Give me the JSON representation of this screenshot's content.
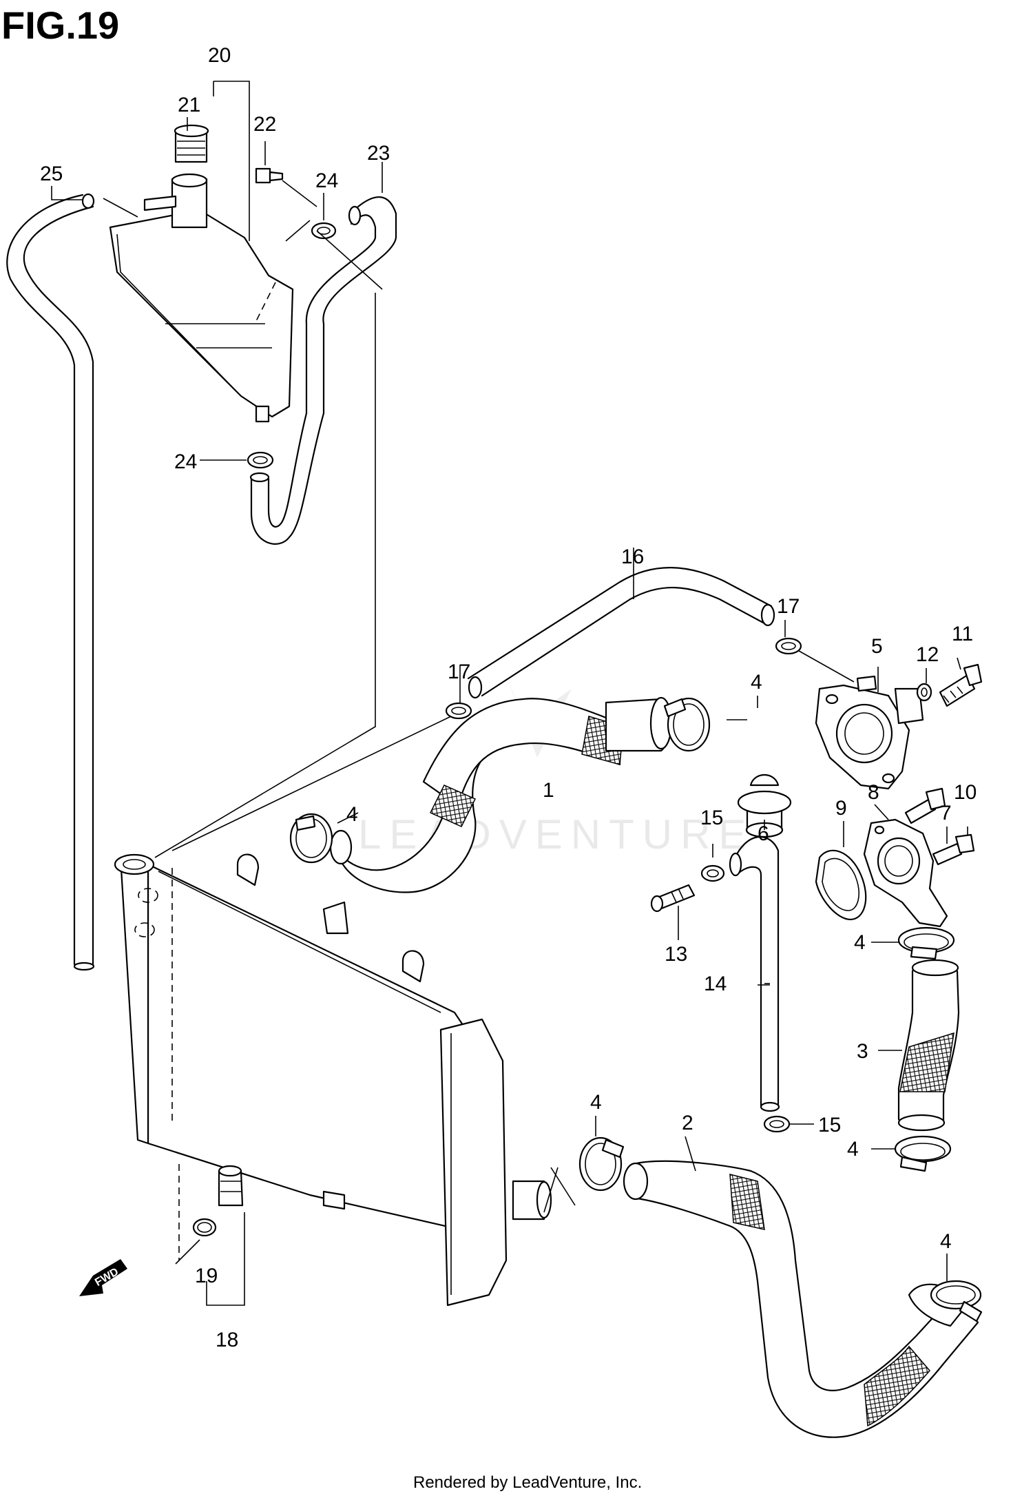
{
  "figure": {
    "title": "FIG.19",
    "footer": "Rendered by LeadVenture, Inc.",
    "watermark": "LEADVENTURE",
    "fwd_label": "FWD"
  },
  "callouts": {
    "c1": "1",
    "c2": "2",
    "c3": "3",
    "c4a": "4",
    "c4b": "4",
    "c4c": "4",
    "c4d": "4",
    "c4e": "4",
    "c4f": "4",
    "c5": "5",
    "c6": "6",
    "c7": "7",
    "c8": "8",
    "c9": "9",
    "c10": "10",
    "c11": "11",
    "c12": "12",
    "c13": "13",
    "c14": "14",
    "c15a": "15",
    "c15b": "15",
    "c16": "16",
    "c17a": "17",
    "c17b": "17",
    "c18": "18",
    "c19": "19",
    "c20": "20",
    "c21": "21",
    "c22": "22",
    "c23": "23",
    "c24a": "24",
    "c24b": "24",
    "c25": "25"
  },
  "colors": {
    "ink": "#000000",
    "paper": "#ffffff",
    "watermark": "#d8d8d8"
  }
}
